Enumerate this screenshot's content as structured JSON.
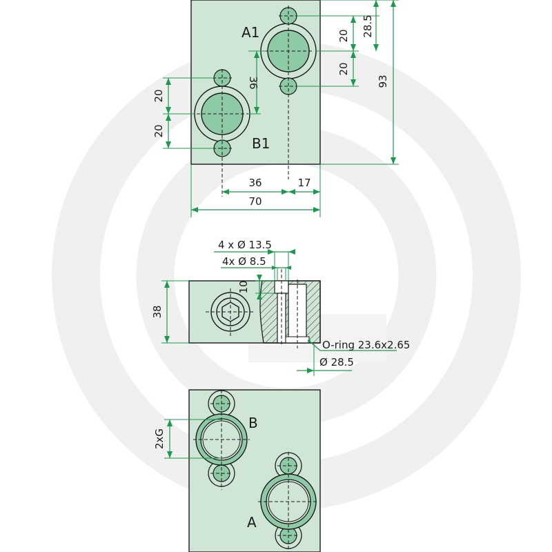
{
  "top_view": {
    "labels": {
      "port_a1": "A1",
      "port_b1": "B1"
    },
    "dimensions": {
      "a1_upper_spacing": "20",
      "a1_to_top_hole": "28.5",
      "a1_lower_spacing": "20",
      "overall_height": "93",
      "b1_upper_spacing": "20",
      "b1_lower_spacing": "20",
      "a1_b1_vertical_offset": "36",
      "b1_a1_horizontal_offset": "36",
      "a1_to_right_edge": "17",
      "overall_width": "70"
    }
  },
  "side_view": {
    "dimensions": {
      "height": "38",
      "bolt_hole_counterbore": "4 x  Ø 13.5",
      "bolt_hole_through": "4x   Ø 8.5",
      "counterbore_depth": "10",
      "oring": "O-ring 23.6x2.65",
      "port_diameter": "Ø 28.5"
    }
  },
  "bottom_view": {
    "labels": {
      "port_a": "A",
      "port_b": "B"
    },
    "dimensions": {
      "thread": "2xG"
    }
  },
  "colors": {
    "body_fill": "#cfe6d6",
    "port_fill": "#8fcaa6",
    "dimension_line": "#1a9a4a",
    "outline": "#1a1a1a",
    "watermark": "#f0f0f0"
  }
}
